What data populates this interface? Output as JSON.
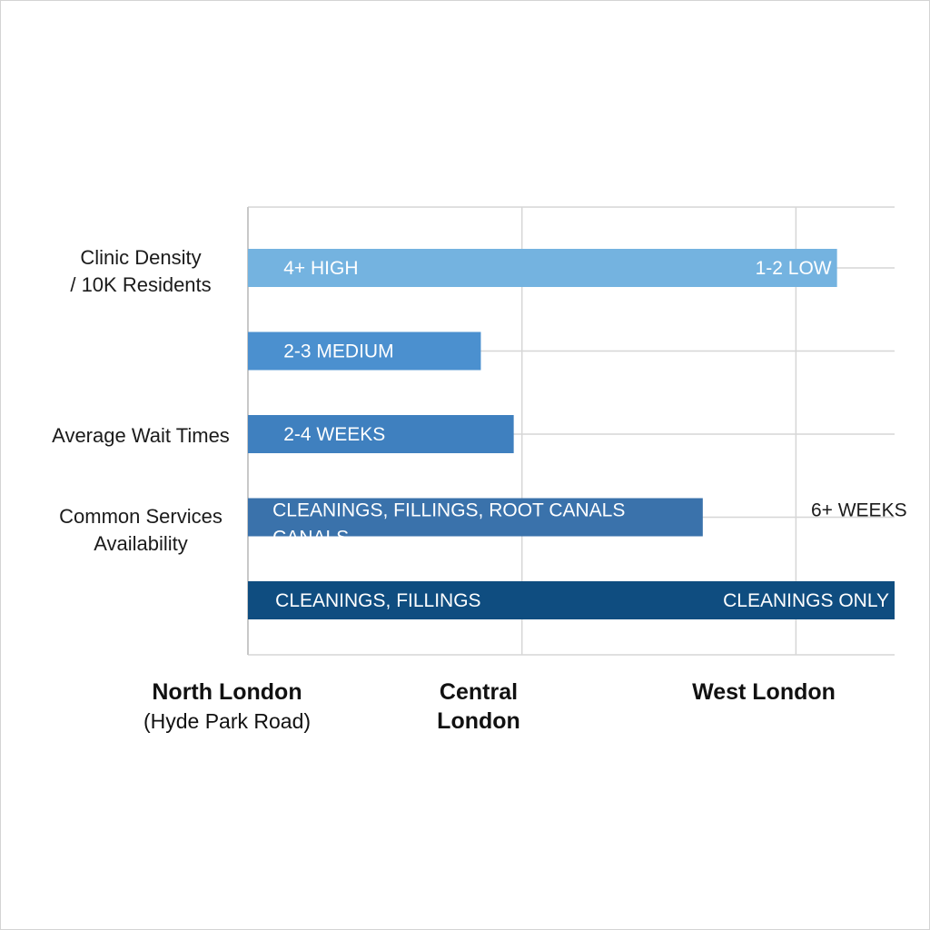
{
  "chart_data": {
    "type": "bar",
    "orientation": "horizontal",
    "x_categories": [
      {
        "lines": [
          "North London",
          "(Hyde Park Road)"
        ]
      },
      {
        "lines": [
          "Central",
          "London"
        ]
      },
      {
        "lines": [
          "West London"
        ]
      }
    ],
    "y_categories": [
      {
        "lines": [
          "Clinic Density",
          "/ 10K Residents"
        ]
      },
      {
        "lines": [
          "Average Wait Times"
        ]
      },
      {
        "lines": [
          "Common Services",
          "Availability"
        ]
      }
    ],
    "bars": [
      {
        "extent": 2.15,
        "color": "#74b3e0",
        "labels": [
          {
            "text": "4+ HIGH",
            "at": 0.13,
            "anchor": "start",
            "color": "#ffffff"
          },
          {
            "text": "1-2 LOW",
            "at": 2.13,
            "anchor": "end",
            "color": "#ffffff"
          }
        ]
      },
      {
        "extent": 0.85,
        "color": "#4b90cf",
        "labels": [
          {
            "text": "2-3 MEDIUM",
            "at": 0.13,
            "anchor": "start",
            "color": "#ffffff"
          }
        ]
      },
      {
        "extent": 0.97,
        "color": "#3f80bf",
        "labels": [
          {
            "text": "2-4 WEEKS",
            "at": 0.13,
            "anchor": "start",
            "color": "#ffffff"
          }
        ]
      },
      {
        "extent": 1.66,
        "color": "#3a72ab",
        "labels": [
          {
            "text": "CLEANINGS, FILLINGS, ROOT CANALS",
            "at": 0.09,
            "anchor": "start",
            "color": "#ffffff"
          },
          {
            "text": "CANALS",
            "at": 0.09,
            "anchor": "start",
            "color": "#ffffff",
            "clipped": true
          },
          {
            "text": "6+ WEEKS",
            "at": 2.23,
            "anchor": "middle",
            "color": "#1b1b1b"
          }
        ]
      },
      {
        "extent": 2.36,
        "color": "#0f4d80",
        "labels": [
          {
            "text": "CLEANINGS, FILLINGS",
            "at": 0.1,
            "anchor": "start",
            "color": "#ffffff"
          },
          {
            "text": "CLEANINGS ONLY",
            "at": 2.34,
            "anchor": "end",
            "color": "#ffffff"
          }
        ]
      }
    ],
    "xlim": [
      0,
      2.36
    ],
    "grid": true,
    "colors": {
      "grid": "#d6d6d6",
      "axis": "#c8c8c8",
      "text": "#1b1b1b"
    }
  }
}
